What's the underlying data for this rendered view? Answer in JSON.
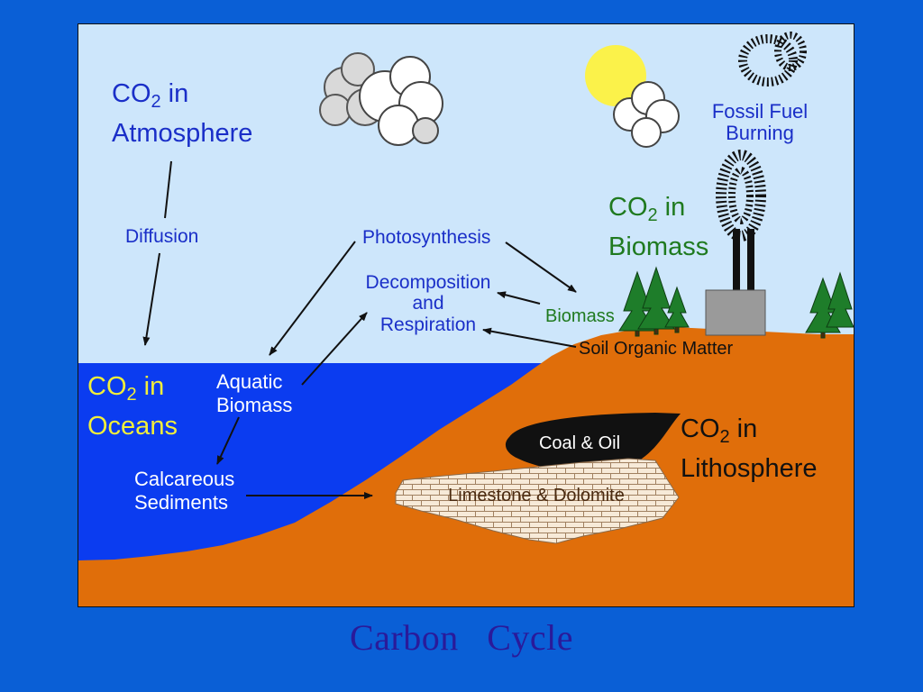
{
  "slide_title": "Carbon   Cycle",
  "colors": {
    "slide_background": "#0a5fd6",
    "sky": "#cde6fb",
    "ocean": "#0b3cf0",
    "land": "#e06e0a",
    "title": "#2a1a9a",
    "blue_labels": "#1a2fc8",
    "green_labels": "#1f7a1f",
    "yellow_labels": "#f2ee3a",
    "sun": "#fbf24a",
    "trees": "#1e7d2a",
    "factory": "#9a9a9a",
    "coal_oil": "#111111",
    "limestone": "#f7ead8"
  },
  "icons": [
    "cloud-icon",
    "sun-icon",
    "tree-icon",
    "factory-icon",
    "smoke-icon"
  ],
  "reservoirs": {
    "atmosphere": {
      "l1a": "CO",
      "l1sub": "2",
      "l1b": " in",
      "l2": "Atmosphere"
    },
    "oceans": {
      "l1a": "CO",
      "l1sub": "2",
      "l1b": " in",
      "l2": "Oceans"
    },
    "biomass": {
      "l1a": "CO",
      "l1sub": "2",
      "l1b": " in",
      "l2": "Biomass"
    },
    "lithosphere": {
      "l1a": "CO",
      "l1sub": "2",
      "l1b": " in",
      "l2": "Lithosphere"
    }
  },
  "labels": {
    "diffusion": "Diffusion",
    "photosynthesis": "Photosynthesis",
    "decomposition_l1": "Decomposition",
    "decomposition_l2": "and",
    "decomposition_l3": "Respiration",
    "biomass": "Biomass",
    "soil_organic_matter": "Soil Organic Matter",
    "aquatic_l1": "Aquatic",
    "aquatic_l2": "Biomass",
    "calcareous_l1": "Calcareous",
    "calcareous_l2": "Sediments",
    "fossil_l1": "Fossil Fuel",
    "fossil_l2": "Burning",
    "coal_oil": "Coal & Oil",
    "limestone": "Limestone & Dolomite"
  }
}
